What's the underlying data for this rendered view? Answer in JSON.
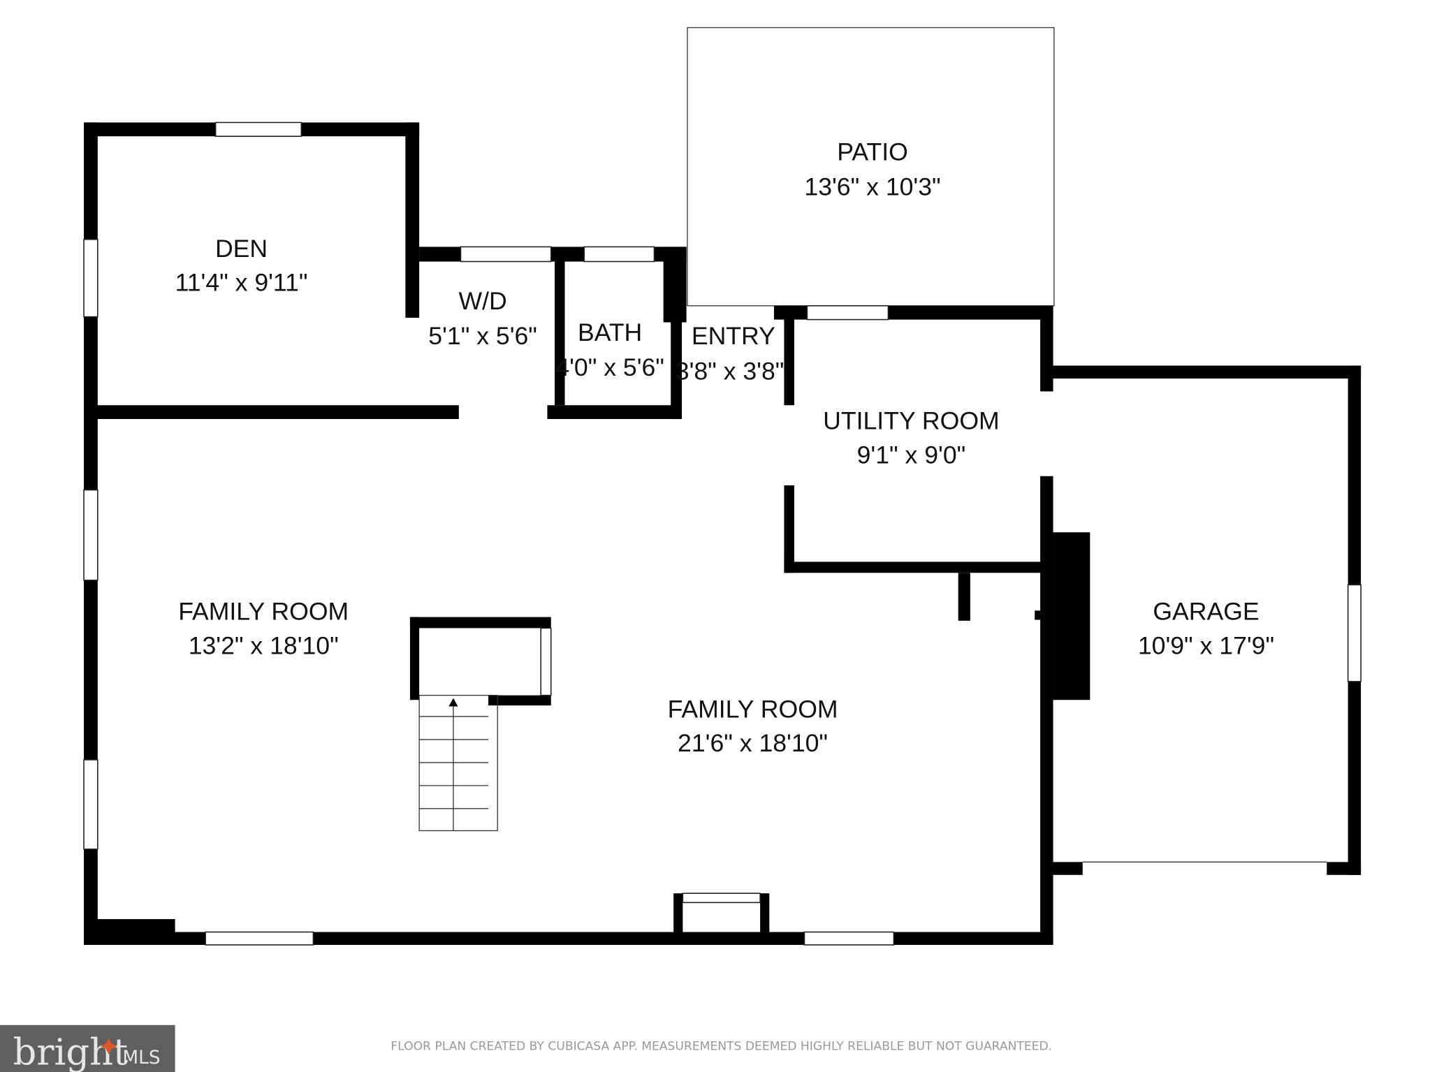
{
  "rooms": {
    "den": {
      "name": "DEN",
      "size": "11'4\" x 9'11\""
    },
    "wd": {
      "name": "W/D",
      "size": "5'1\" x 5'6\""
    },
    "bath": {
      "name": "BATH",
      "size": "4'0\" x 5'6\""
    },
    "entry": {
      "name": "ENTRY",
      "size": "3'8\" x 3'8\""
    },
    "patio": {
      "name": "PATIO",
      "size": "13'6\" x 10'3\""
    },
    "utility": {
      "name": "UTILITY ROOM",
      "size": "9'1\" x 9'0\""
    },
    "family_left": {
      "name": "FAMILY ROOM",
      "size": "13'2\" x 18'10\""
    },
    "family_main": {
      "name": "FAMILY ROOM",
      "size": "21'6\" x 18'10\""
    },
    "garage": {
      "name": "GARAGE",
      "size": "10'9\" x 17'9\""
    }
  },
  "footer": {
    "disclaimer": "FLOOR PLAN CREATED BY CUBICASA APP. MEASUREMENTS DEEMED HIGHLY RELIABLE BUT NOT GUARANTEED.",
    "logo_text": "bright MLS",
    "logo_color": "#5f5f5f",
    "logo_accent": "#d9572b"
  },
  "colors": {
    "wall": "#000000",
    "background": "#ffffff"
  }
}
